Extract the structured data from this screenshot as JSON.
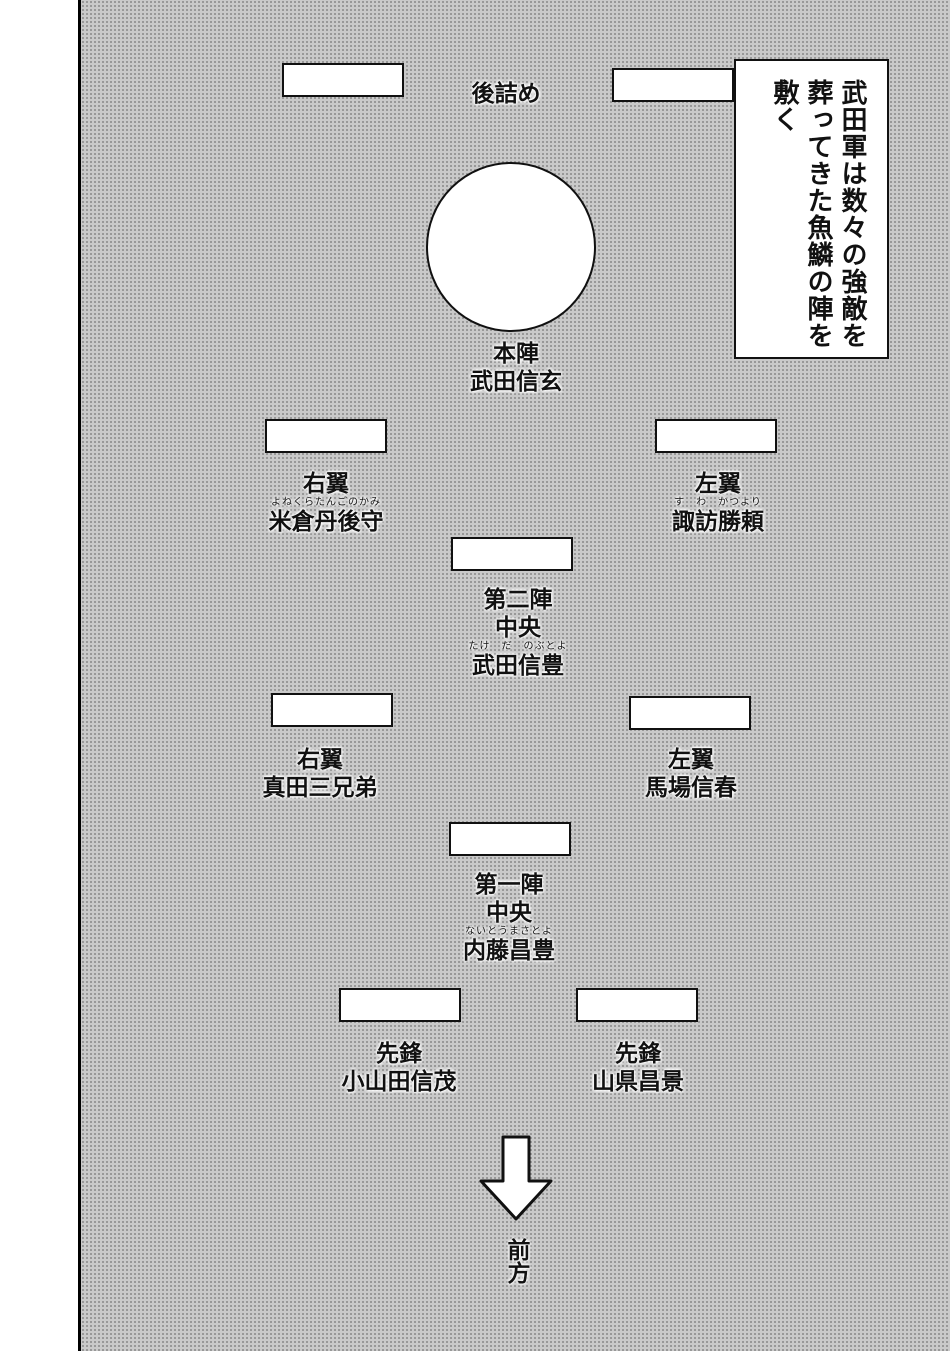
{
  "caption": "武田軍は数々の強敵を葬ってきた魚鱗の陣を敷く",
  "forward": "前方",
  "rear_guard": {
    "label": "後詰め"
  },
  "honjin": {
    "role": "本陣",
    "name": "武田信玄"
  },
  "row1_right": {
    "role": "右翼",
    "ruby": "よねくらたんごのかみ",
    "name": "米倉丹後守"
  },
  "row1_left": {
    "role": "左翼",
    "ruby": "す　わ　かつより",
    "name": "諏訪勝頼"
  },
  "second": {
    "role": "第二陣",
    "sub": "中央",
    "ruby": "たけ　だ　のぶとよ",
    "name": "武田信豊"
  },
  "row2_right": {
    "role": "右翼",
    "name": "真田三兄弟"
  },
  "row2_left": {
    "role": "左翼",
    "name": "馬場信春"
  },
  "first": {
    "role": "第一陣",
    "sub": "中央",
    "ruby": "ないとうまさとよ",
    "name": "内藤昌豊"
  },
  "vanguard_left": {
    "role": "先鋒",
    "name": "小山田信茂"
  },
  "vanguard_right": {
    "role": "先鋒",
    "name": "山県昌景"
  }
}
